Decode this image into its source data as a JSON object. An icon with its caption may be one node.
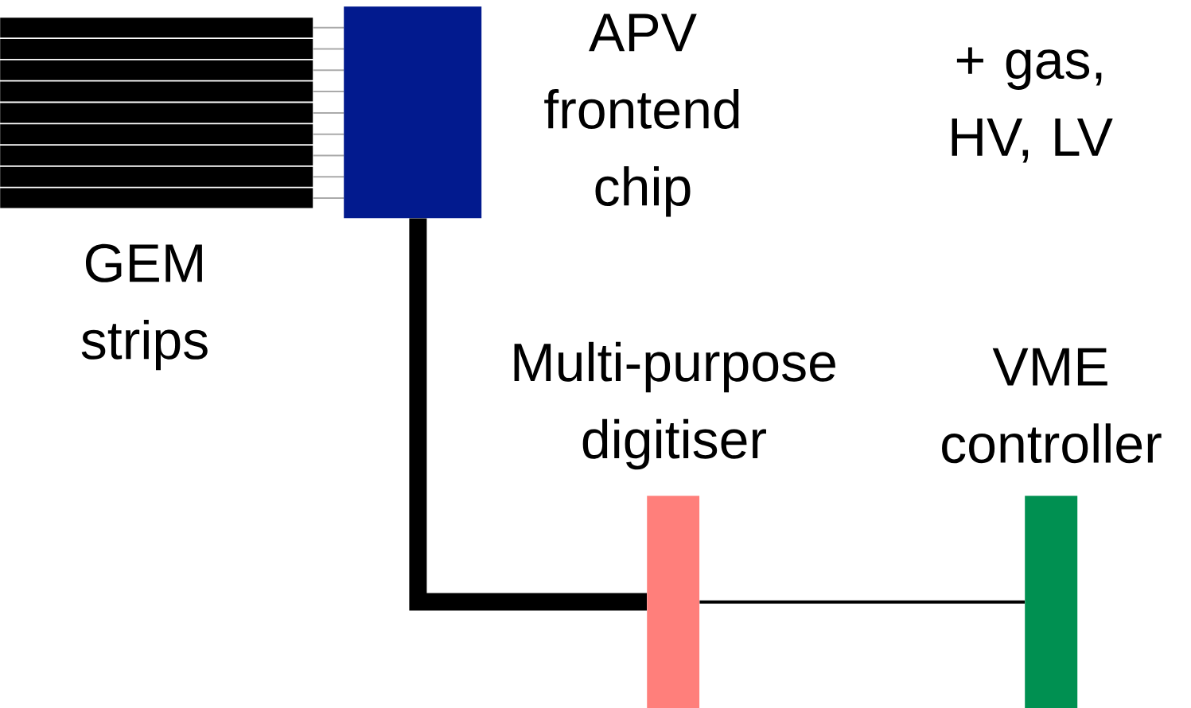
{
  "diagram": {
    "nodes": [
      {
        "text": [],
        "shape": "bar"
      },
      {
        "text": [],
        "shape": "bar"
      },
      {
        "text": [],
        "shape": "bar"
      },
      {
        "text": [],
        "shape": "bar"
      },
      {
        "text": [],
        "shape": "bar"
      },
      {
        "text": [],
        "shape": "bar"
      },
      {
        "text": [],
        "shape": "bar"
      },
      {
        "text": [],
        "shape": "bar"
      },
      {
        "text": [],
        "shape": "bar"
      },
      {
        "text": [
          "APV frontend chip"
        ]
      },
      {
        "text": [
          "Multi-purpose digitiser"
        ]
      },
      {
        "text": [
          "VME controller"
        ]
      }
    ],
    "edges": [
      {
        "from": 0,
        "to": 9,
        "arrow": "none"
      },
      {
        "from": 1,
        "to": 9,
        "arrow": "none"
      },
      {
        "from": 2,
        "to": 9,
        "arrow": "none"
      },
      {
        "from": 3,
        "to": 9,
        "arrow": "none"
      },
      {
        "from": 4,
        "to": 9,
        "arrow": "none"
      },
      {
        "from": 5,
        "to": 9,
        "arrow": "none"
      },
      {
        "from": 6,
        "to": 9,
        "arrow": "none"
      },
      {
        "from": 7,
        "to": 9,
        "arrow": "none"
      },
      {
        "from": 8,
        "to": 9,
        "arrow": "none"
      },
      {
        "from": 9,
        "to": 10,
        "arrow": "none",
        "style": "thick",
        "color": "#000000"
      },
      {
        "from": 10,
        "to": 11,
        "arrow": "none",
        "color": "#000000"
      }
    ],
    "labels": [
      "GEM strips",
      "+ gas, HV, LV"
    ]
  }
}
